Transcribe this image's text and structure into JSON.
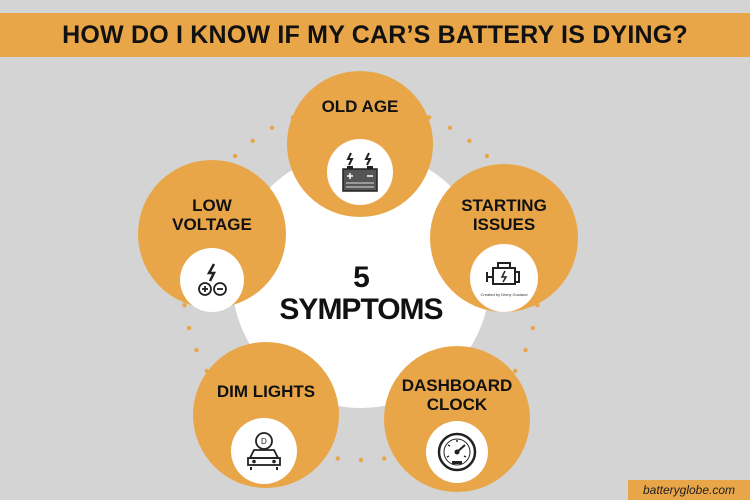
{
  "header": {
    "title": "HOW DO I KNOW IF MY CAR’S BATTERY IS DYING?"
  },
  "center": {
    "line1": "5",
    "line2": "SYMPTOMS"
  },
  "symptoms": [
    {
      "label": "OLD AGE",
      "icon": "battery-icon"
    },
    {
      "label_line1": "STARTING",
      "label_line2": "ISSUES",
      "icon": "engine-icon",
      "caption": "Created by Dinny Gusland"
    },
    {
      "label_line1": "DASHBOARD",
      "label_line2": "CLOCK",
      "icon": "gauge-icon"
    },
    {
      "label": "DIM LIGHTS",
      "icon": "headlight-icon"
    },
    {
      "label_line1": "LOW",
      "label_line2": "VOLTAGE",
      "icon": "voltage-icon"
    }
  ],
  "footer": {
    "source": "batteryglobe.com"
  },
  "colors": {
    "accent": "#e8a649",
    "background": "#d4d4d4",
    "circle": "#ffffff",
    "text": "#111111"
  }
}
